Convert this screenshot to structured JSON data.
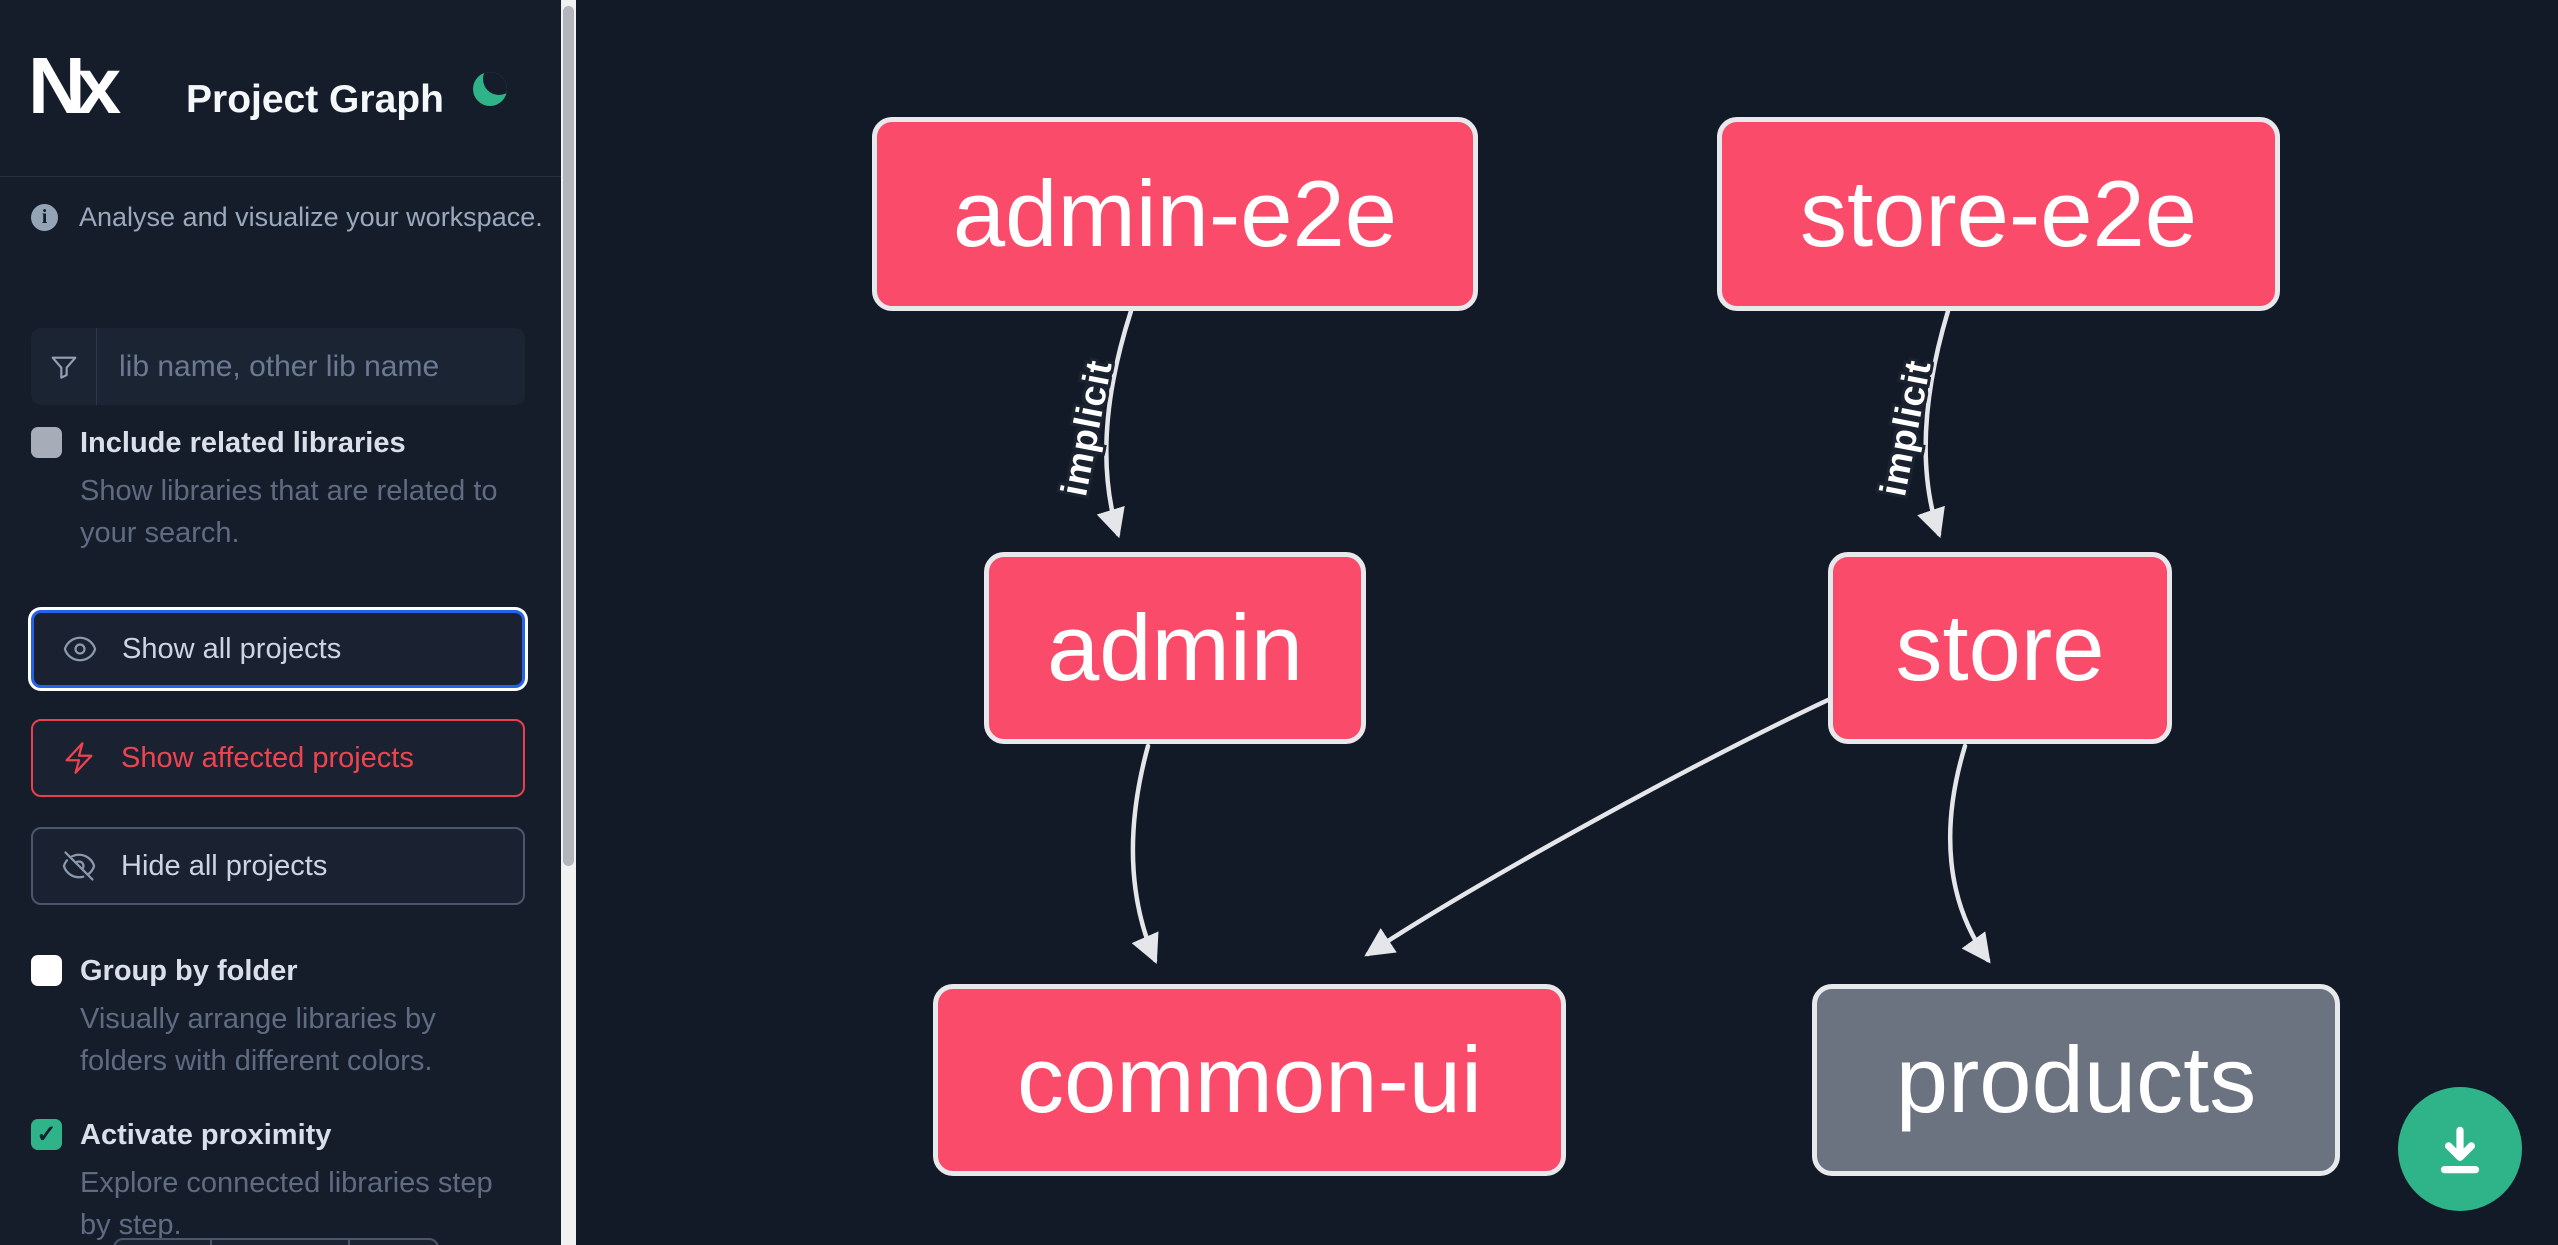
{
  "app": {
    "logo_text": "Nx",
    "title": "Project Graph"
  },
  "sidebar": {
    "tagline": "Analyse and visualize your workspace.",
    "search": {
      "placeholder": "lib name, other lib name",
      "icon": "funnel-filter-icon"
    },
    "include_related": {
      "label": "Include related libraries",
      "description": "Show libraries that are related to your search.",
      "checked": false
    },
    "actions": {
      "show_all": "Show all projects",
      "show_affected": "Show affected projects",
      "hide_all": "Hide all projects"
    },
    "group_by_folder": {
      "label": "Group by folder",
      "description": "Visually arrange libraries by folders with different colors.",
      "checked": false
    },
    "activate_proximity": {
      "label": "Activate proximity",
      "description": "Explore connected libraries step by step.",
      "checked": true,
      "checkmark": "✓"
    }
  },
  "graph": {
    "nodes": [
      {
        "id": "admin-e2e",
        "label": "admin-e2e",
        "status": "affected"
      },
      {
        "id": "store-e2e",
        "label": "store-e2e",
        "status": "affected"
      },
      {
        "id": "admin",
        "label": "admin",
        "status": "affected"
      },
      {
        "id": "store",
        "label": "store",
        "status": "affected"
      },
      {
        "id": "common-ui",
        "label": "common-ui",
        "status": "affected"
      },
      {
        "id": "products",
        "label": "products",
        "status": "normal"
      }
    ],
    "edges": [
      {
        "from": "admin-e2e",
        "to": "admin",
        "type": "implicit",
        "label": "implicit"
      },
      {
        "from": "store-e2e",
        "to": "store",
        "type": "implicit",
        "label": "implicit"
      },
      {
        "from": "admin",
        "to": "common-ui",
        "type": "static",
        "label": ""
      },
      {
        "from": "store",
        "to": "common-ui",
        "type": "static",
        "label": ""
      },
      {
        "from": "store",
        "to": "products",
        "type": "static",
        "label": ""
      }
    ]
  },
  "fab": {
    "icon": "download-icon"
  },
  "colors": {
    "affected_node": "#fb4b6b",
    "normal_node": "#6b7280",
    "node_border": "#e8e9ec",
    "edge": "#e4e6ea",
    "accent_green": "#2fb389",
    "accent_blue": "#2563eb",
    "accent_red": "#ef4350",
    "sidebar_bg": "#151d2b",
    "canvas_bg": "#131a27"
  }
}
